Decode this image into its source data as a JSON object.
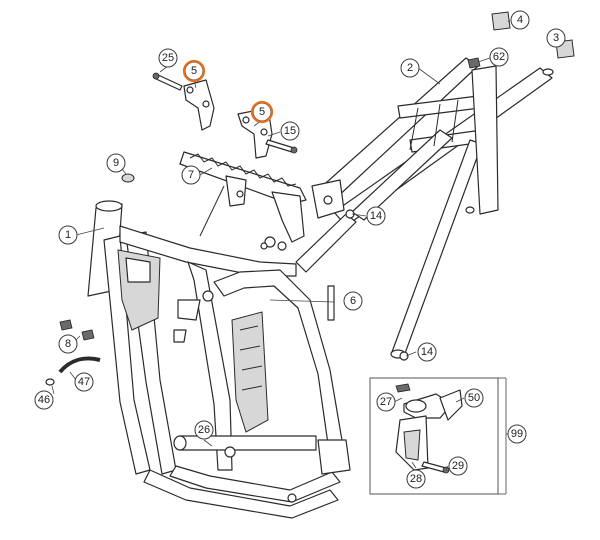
{
  "diagram": {
    "highlight_color": "#e8701a",
    "callouts": [
      {
        "id": "c1",
        "label": "1"
      },
      {
        "id": "c2",
        "label": "2"
      },
      {
        "id": "c3",
        "label": "3"
      },
      {
        "id": "c4",
        "label": "4"
      },
      {
        "id": "c5a",
        "label": "5",
        "highlighted": true
      },
      {
        "id": "c5b",
        "label": "5",
        "highlighted": true
      },
      {
        "id": "c6",
        "label": "6"
      },
      {
        "id": "c7",
        "label": "7"
      },
      {
        "id": "c8",
        "label": "8"
      },
      {
        "id": "c9",
        "label": "9"
      },
      {
        "id": "c14a",
        "label": "14"
      },
      {
        "id": "c14b",
        "label": "14"
      },
      {
        "id": "c15",
        "label": "15"
      },
      {
        "id": "c25",
        "label": "25"
      },
      {
        "id": "c26",
        "label": "26"
      },
      {
        "id": "c27",
        "label": "27"
      },
      {
        "id": "c28",
        "label": "28"
      },
      {
        "id": "c29",
        "label": "29"
      },
      {
        "id": "c46",
        "label": "46"
      },
      {
        "id": "c47",
        "label": "47"
      },
      {
        "id": "c50",
        "label": "50"
      },
      {
        "id": "c62",
        "label": "62"
      },
      {
        "id": "c99",
        "label": "99"
      }
    ]
  }
}
